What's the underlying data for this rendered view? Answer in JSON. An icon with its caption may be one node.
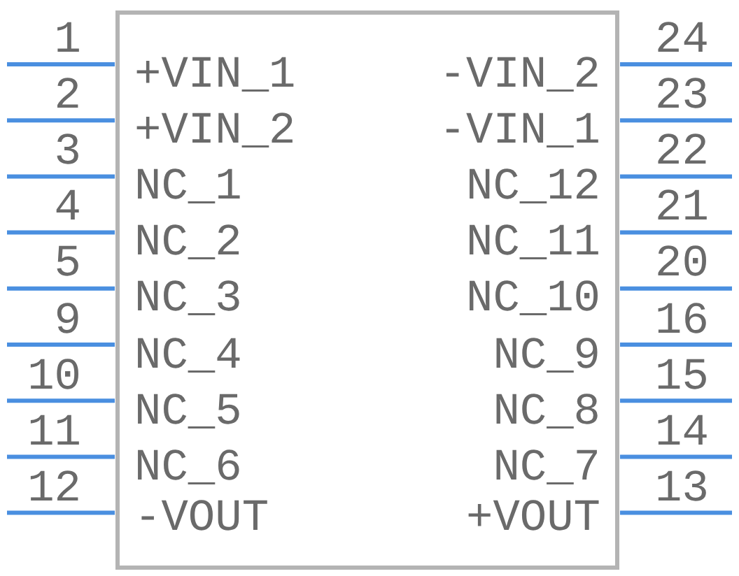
{
  "diagram": {
    "labels": [
      "1",
      "+VIN_1",
      "-VIN_2",
      "24",
      "2",
      "+VIN_2",
      "-VIN_1",
      "23",
      "3",
      "NC_1",
      "NC_12",
      "22",
      "4",
      "NC_2",
      "NC_11",
      "21",
      "5",
      "NC_3",
      "NC_10",
      "20",
      "9",
      "NC_4",
      "NC_9",
      "16",
      "10",
      "NC_5",
      "NC_8",
      "15",
      "11",
      "NC_6",
      "NC_7",
      "14",
      "12",
      "-VOUT",
      "+VOUT",
      "13"
    ]
  }
}
